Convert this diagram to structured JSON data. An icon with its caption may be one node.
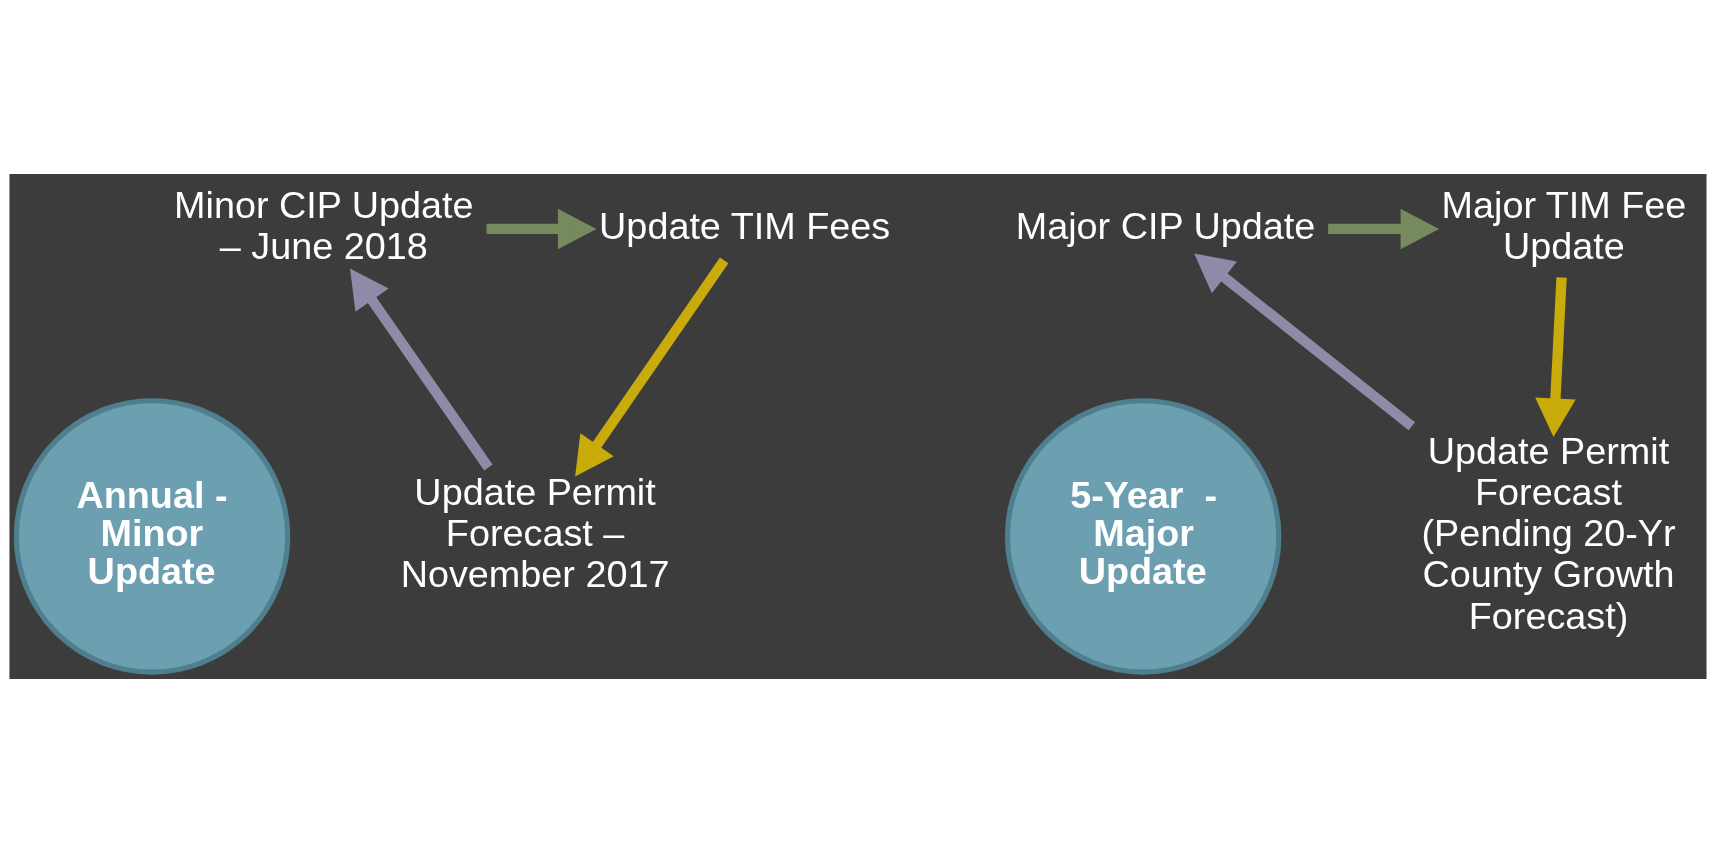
{
  "diagram": {
    "nodes": [
      {
        "text": [
          "Annual - Minor Update"
        ]
      },
      {
        "text": [
          "Minor CIP Update – June 2018"
        ]
      },
      {
        "text": [
          "Update TIM Fees"
        ]
      },
      {
        "text": [
          "Update Permit Forecast – November 2017"
        ]
      },
      {
        "text": [
          "5-Year  - Major Update"
        ]
      },
      {
        "text": [
          "Major CIP Update"
        ]
      },
      {
        "text": [
          "Major TIM Fee Update"
        ]
      },
      {
        "text": [
          "Update Permit Forecast (Pending 20-Yr County Growth Forecast)"
        ]
      }
    ],
    "edges": [
      {
        "from": 1,
        "to": 2,
        "arrow": "to",
        "color": "#778a5e"
      },
      {
        "from": 2,
        "to": 3,
        "arrow": "to",
        "color": "#c9ab0c"
      },
      {
        "from": 3,
        "to": 1,
        "arrow": "to",
        "color": "#8e8aa8"
      },
      {
        "from": 5,
        "to": 6,
        "arrow": "to",
        "color": "#778a5e"
      },
      {
        "from": 6,
        "to": 7,
        "arrow": "to",
        "color": "#c9ab0c"
      },
      {
        "from": 7,
        "to": 5,
        "arrow": "to",
        "color": "#8e8aa8"
      }
    ]
  }
}
